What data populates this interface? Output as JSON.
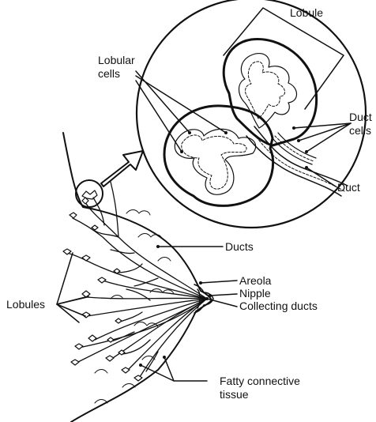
{
  "labels": {
    "lobule": "Lobule",
    "lobular_cells": "Lobular\ncells",
    "duct_cells": "Duct\ncells",
    "duct": "Duct",
    "ducts": "Ducts",
    "areola": "Areola",
    "nipple": "Nipple",
    "collecting_ducts": "Collecting ducts",
    "lobules": "Lobules",
    "fatty_connective_tissue": "Fatty connective\ntissue"
  },
  "colors": {
    "line": "#111111",
    "background": "#ffffff"
  }
}
